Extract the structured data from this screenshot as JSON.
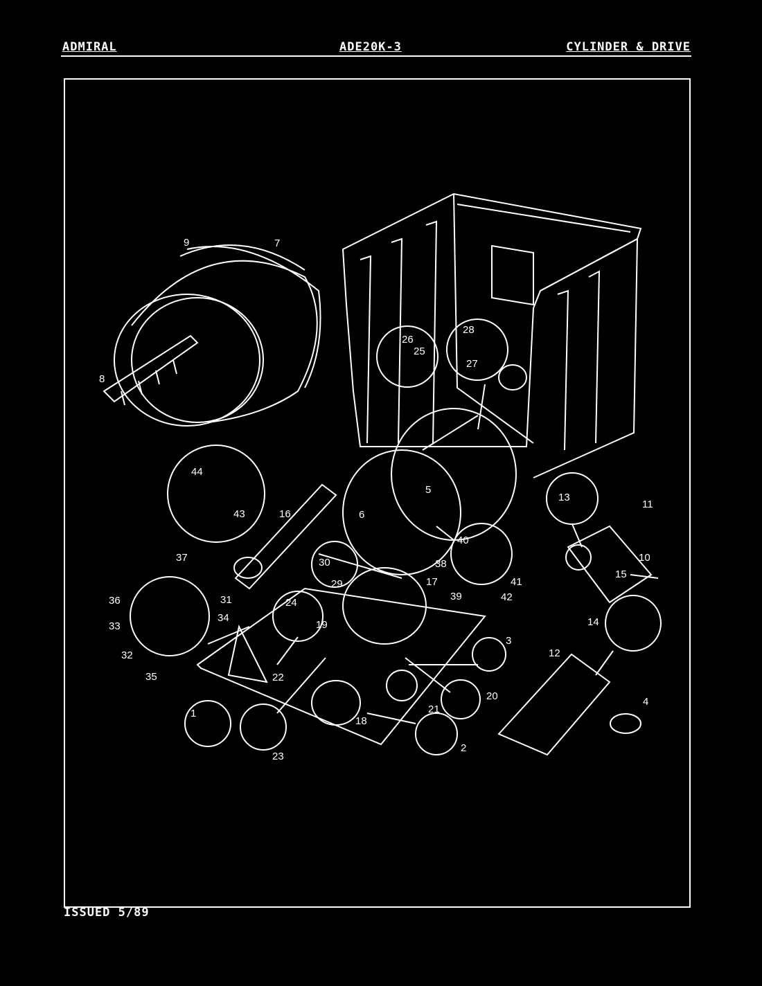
{
  "header": {
    "brand": "ADMIRAL",
    "model": "ADE20K-3",
    "section": "CYLINDER & DRIVE"
  },
  "footer": {
    "issued": "ISSUED 5/89"
  },
  "callouts": [
    "1",
    "2",
    "3",
    "4",
    "5",
    "6",
    "7",
    "8",
    "9",
    "10",
    "11",
    "12",
    "13",
    "14",
    "15",
    "16",
    "17",
    "18",
    "19",
    "20",
    "21",
    "22",
    "23",
    "24",
    "25",
    "26",
    "27",
    "28",
    "29",
    "30",
    "31",
    "32",
    "33",
    "34",
    "35",
    "36",
    "37",
    "38",
    "39",
    "40",
    "41",
    "42",
    "43",
    "44"
  ],
  "colors": {
    "background": "#000000",
    "line": "#ffffff"
  }
}
